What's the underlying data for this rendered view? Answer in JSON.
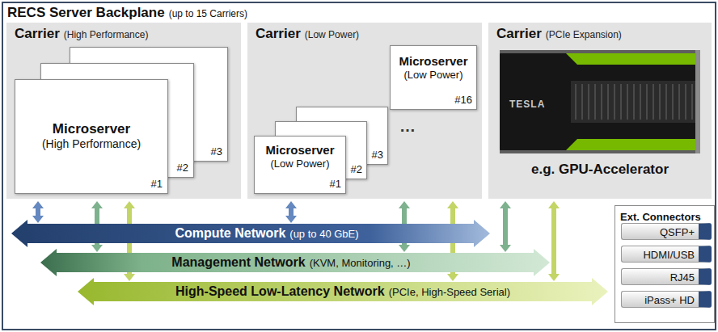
{
  "diagram": {
    "nodes": [
      {
        "text": [
          "RECS Server Backplane",
          "(up to 15 Carriers)"
        ]
      },
      {
        "text": [
          "Carrier",
          "(High Performance)"
        ],
        "in": 0
      },
      {
        "text": [
          "Microserver",
          "(High Performance)",
          "#1"
        ],
        "in": 1
      },
      {
        "text": [
          "#2"
        ],
        "in": 1
      },
      {
        "text": [
          "#3"
        ],
        "in": 1
      },
      {
        "text": [
          "Carrier",
          "(Low Power)"
        ],
        "in": 0
      },
      {
        "text": [
          "Microserver",
          "(Low Power)",
          "#1"
        ],
        "in": 5
      },
      {
        "text": [
          "#2"
        ],
        "in": 5
      },
      {
        "text": [
          "#3"
        ],
        "in": 5
      },
      {
        "text": [
          "Microserver",
          "(Low Power)",
          "#16"
        ],
        "in": 5
      },
      {
        "text": [
          "Carrier",
          "(PCIe Expansion)",
          "e.g. GPU-Accelerator"
        ],
        "in": 0
      },
      {
        "text": [
          "Compute Network",
          "(up to 40 GbE)"
        ],
        "in": 0
      },
      {
        "text": [
          "Management Network",
          "(KVM, Monitoring, …)"
        ],
        "in": 0
      },
      {
        "text": [
          "High-Speed Low-Latency Network",
          "(PCIe, High-Speed Serial)"
        ],
        "in": 0
      },
      {
        "text": [
          "Ext. Connectors"
        ],
        "in": 0
      },
      {
        "text": [
          "QSFP+"
        ],
        "in": 14
      },
      {
        "text": [
          "HDMI/USB"
        ],
        "in": 14
      },
      {
        "text": [
          "RJ45"
        ],
        "in": 14
      },
      {
        "text": [
          "iPass+ HD"
        ],
        "in": 14
      }
    ],
    "edges": [
      {
        "from": 1,
        "to": 11,
        "arrow": "both"
      },
      {
        "from": 1,
        "to": 12,
        "arrow": "both"
      },
      {
        "from": 1,
        "to": 13,
        "arrow": "both"
      },
      {
        "from": 5,
        "to": 11,
        "arrow": "both"
      },
      {
        "from": 5,
        "to": 12,
        "arrow": "both"
      },
      {
        "from": 5,
        "to": 13,
        "arrow": "both"
      },
      {
        "from": 10,
        "to": 12,
        "arrow": "both"
      },
      {
        "from": 10,
        "to": 13,
        "arrow": "both"
      }
    ],
    "labels": [
      "…",
      "TESLA"
    ]
  }
}
